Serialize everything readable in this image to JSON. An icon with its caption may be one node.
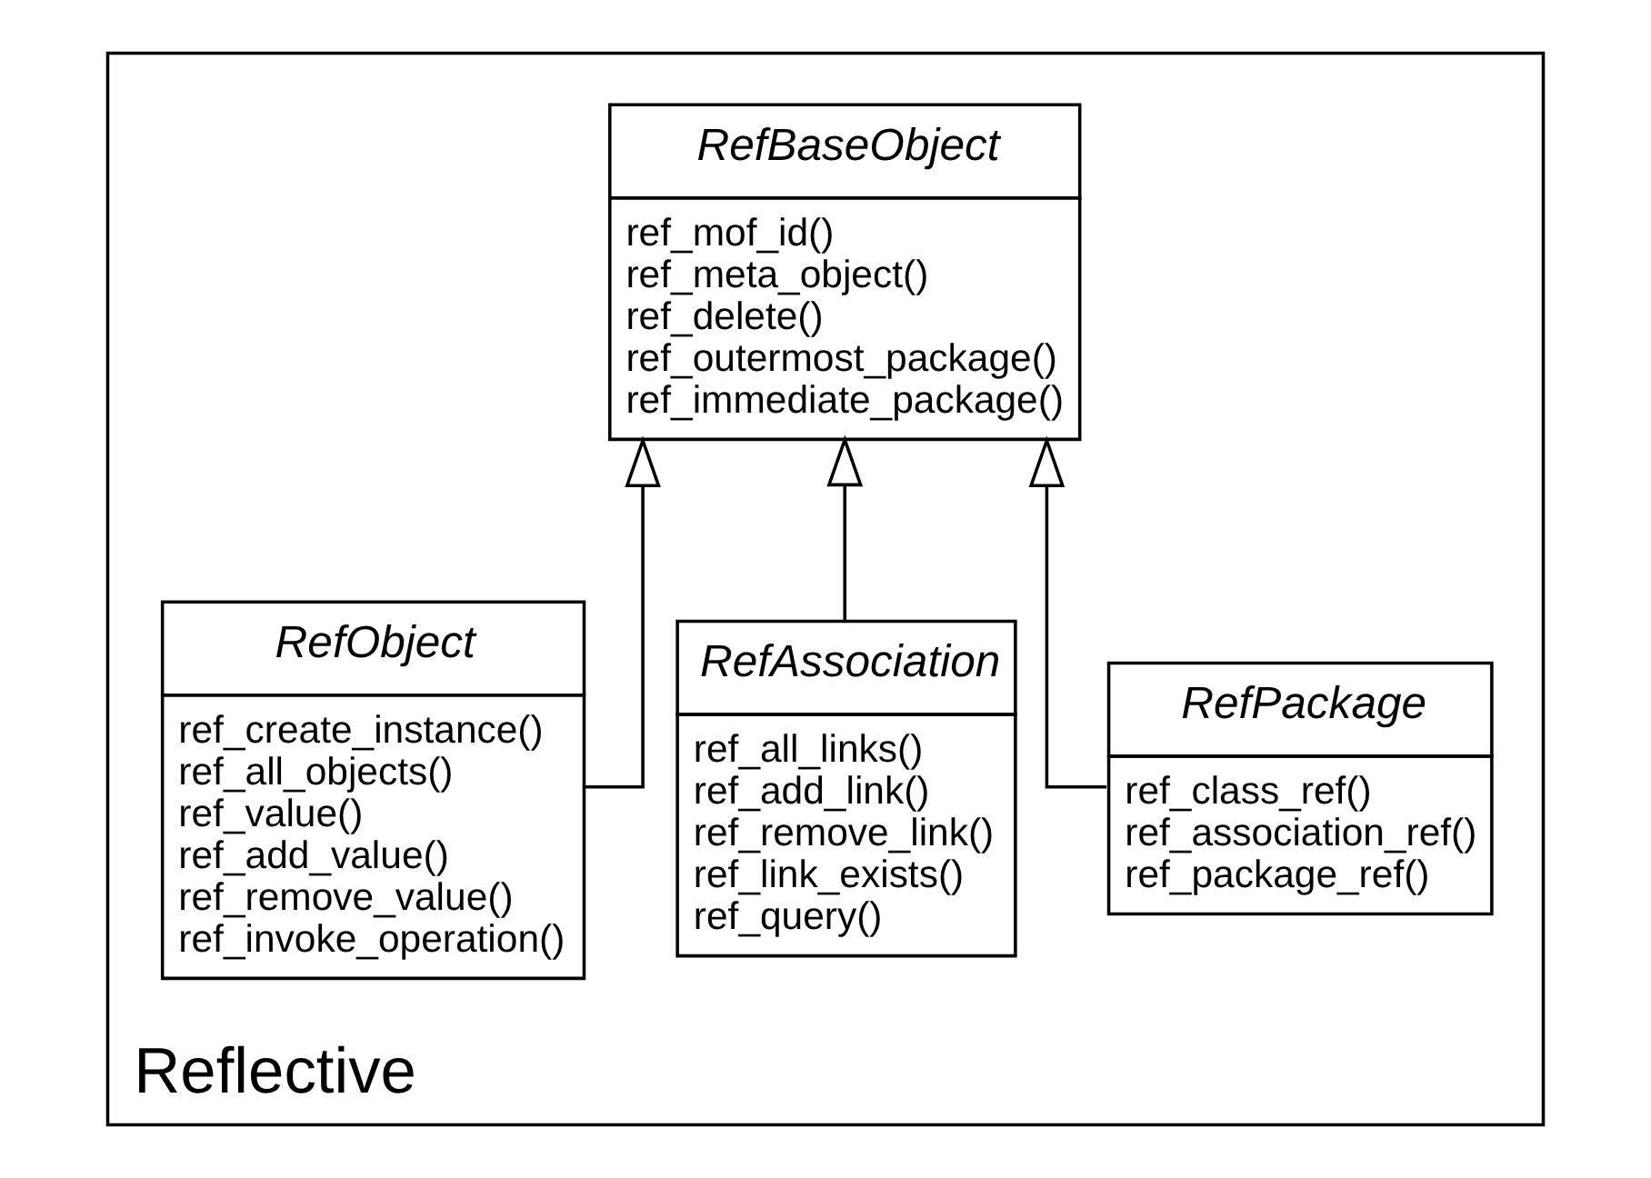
{
  "diagram": {
    "nodes": [
      {
        "text": [
          "Reflective"
        ]
      },
      {
        "text": [
          "RefBaseObject",
          "ref_mof_id()",
          "ref_meta_object()",
          "ref_delete()",
          "ref_outermost_package()",
          "ref_immediate_package()"
        ],
        "in": 0
      },
      {
        "text": [
          "RefPackage",
          "ref_class_ref()",
          "ref_association_ref()",
          "ref_package_ref()"
        ],
        "in": 0
      },
      {
        "text": [
          "RefAssociation",
          "ref_all_links()",
          "ref_add_link()",
          "ref_remove_link()",
          "ref_link_exists()",
          "ref_query()"
        ],
        "in": 0
      },
      {
        "text": [
          "RefObject",
          "ref_create_instance()",
          "ref_all_objects()",
          "ref_value()",
          "ref_add_value()",
          "ref_remove_value()",
          "ref_invoke_operation()"
        ],
        "in": 0
      }
    ],
    "edges": [
      {
        "from": 2,
        "to": 1,
        "arrow": "to"
      },
      {
        "from": 3,
        "to": 1,
        "arrow": "to"
      },
      {
        "from": 4,
        "to": 1,
        "arrow": "to"
      }
    ]
  }
}
